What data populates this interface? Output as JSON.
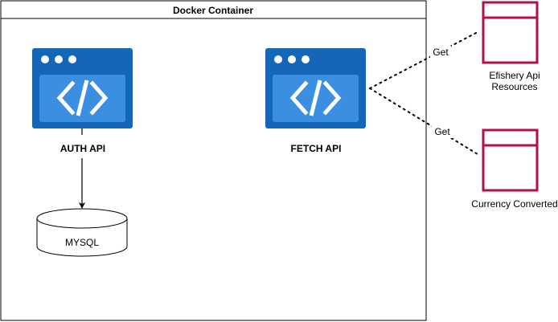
{
  "container": {
    "title": "Docker Container"
  },
  "nodes": {
    "auth_api": {
      "label": "AUTH API",
      "icon": "code-window-icon"
    },
    "fetch_api": {
      "label": "FETCH API",
      "icon": "code-window-icon"
    },
    "mysql": {
      "label": "MYSQL",
      "icon": "database-cylinder-icon"
    },
    "efishery": {
      "label_line1": "Efishery Api",
      "label_line2": "Resources",
      "icon": "window-frame-icon"
    },
    "currency": {
      "label": "Currency Converted",
      "icon": "window-frame-icon"
    }
  },
  "edges": {
    "get_top": {
      "label": "Get"
    },
    "get_bottom": {
      "label": "Get"
    }
  },
  "colors": {
    "window_blue": "#1565b8",
    "window_inner": "#3b8fe0",
    "external_crimson": "#b0104e"
  }
}
